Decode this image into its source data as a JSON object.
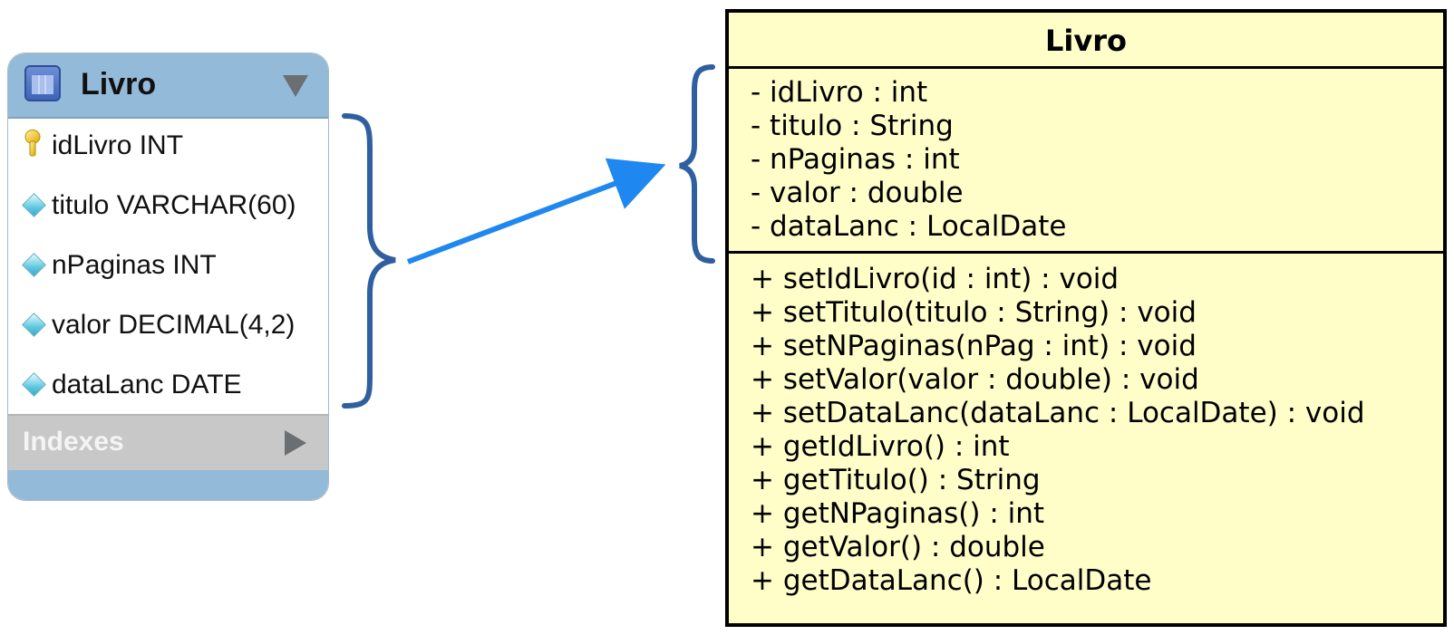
{
  "db_table": {
    "title": "Livro",
    "columns": [
      {
        "label": "idLivro INT",
        "icon": "primary-key-icon"
      },
      {
        "label": "titulo VARCHAR(60)",
        "icon": "column-diamond-icon"
      },
      {
        "label": "nPaginas INT",
        "icon": "column-diamond-icon"
      },
      {
        "label": "valor DECIMAL(4,2)",
        "icon": "column-diamond-icon"
      },
      {
        "label": "dataLanc DATE",
        "icon": "column-diamond-icon"
      }
    ],
    "indexes_label": "Indexes",
    "colors": {
      "header": "#93bbd9",
      "indexes": "#c8c8c8"
    }
  },
  "uml_class": {
    "name": "Livro",
    "attributes": [
      "- idLivro : int",
      "- titulo : String",
      "- nPaginas : int",
      "- valor : double",
      "- dataLanc : LocalDate"
    ],
    "methods": [
      "+ setIdLivro(id : int) : void",
      "+ setTitulo(titulo : String) : void",
      "+ setNPaginas(nPag : int) : void",
      "+ setValor(valor : double) : void",
      "+ setDataLanc(dataLanc : LocalDate) : void",
      "+ getIdLivro() : int",
      "+ getTitulo() : String",
      "+ getNPaginas() : int",
      "+ getValor() : double",
      "+ getDataLanc() : LocalDate"
    ],
    "colors": {
      "fill": "#fffdc8",
      "border": "#000000"
    }
  },
  "connectors": {
    "brace_color": "#2f5fa0",
    "arrow_color": "#1e88f0"
  }
}
